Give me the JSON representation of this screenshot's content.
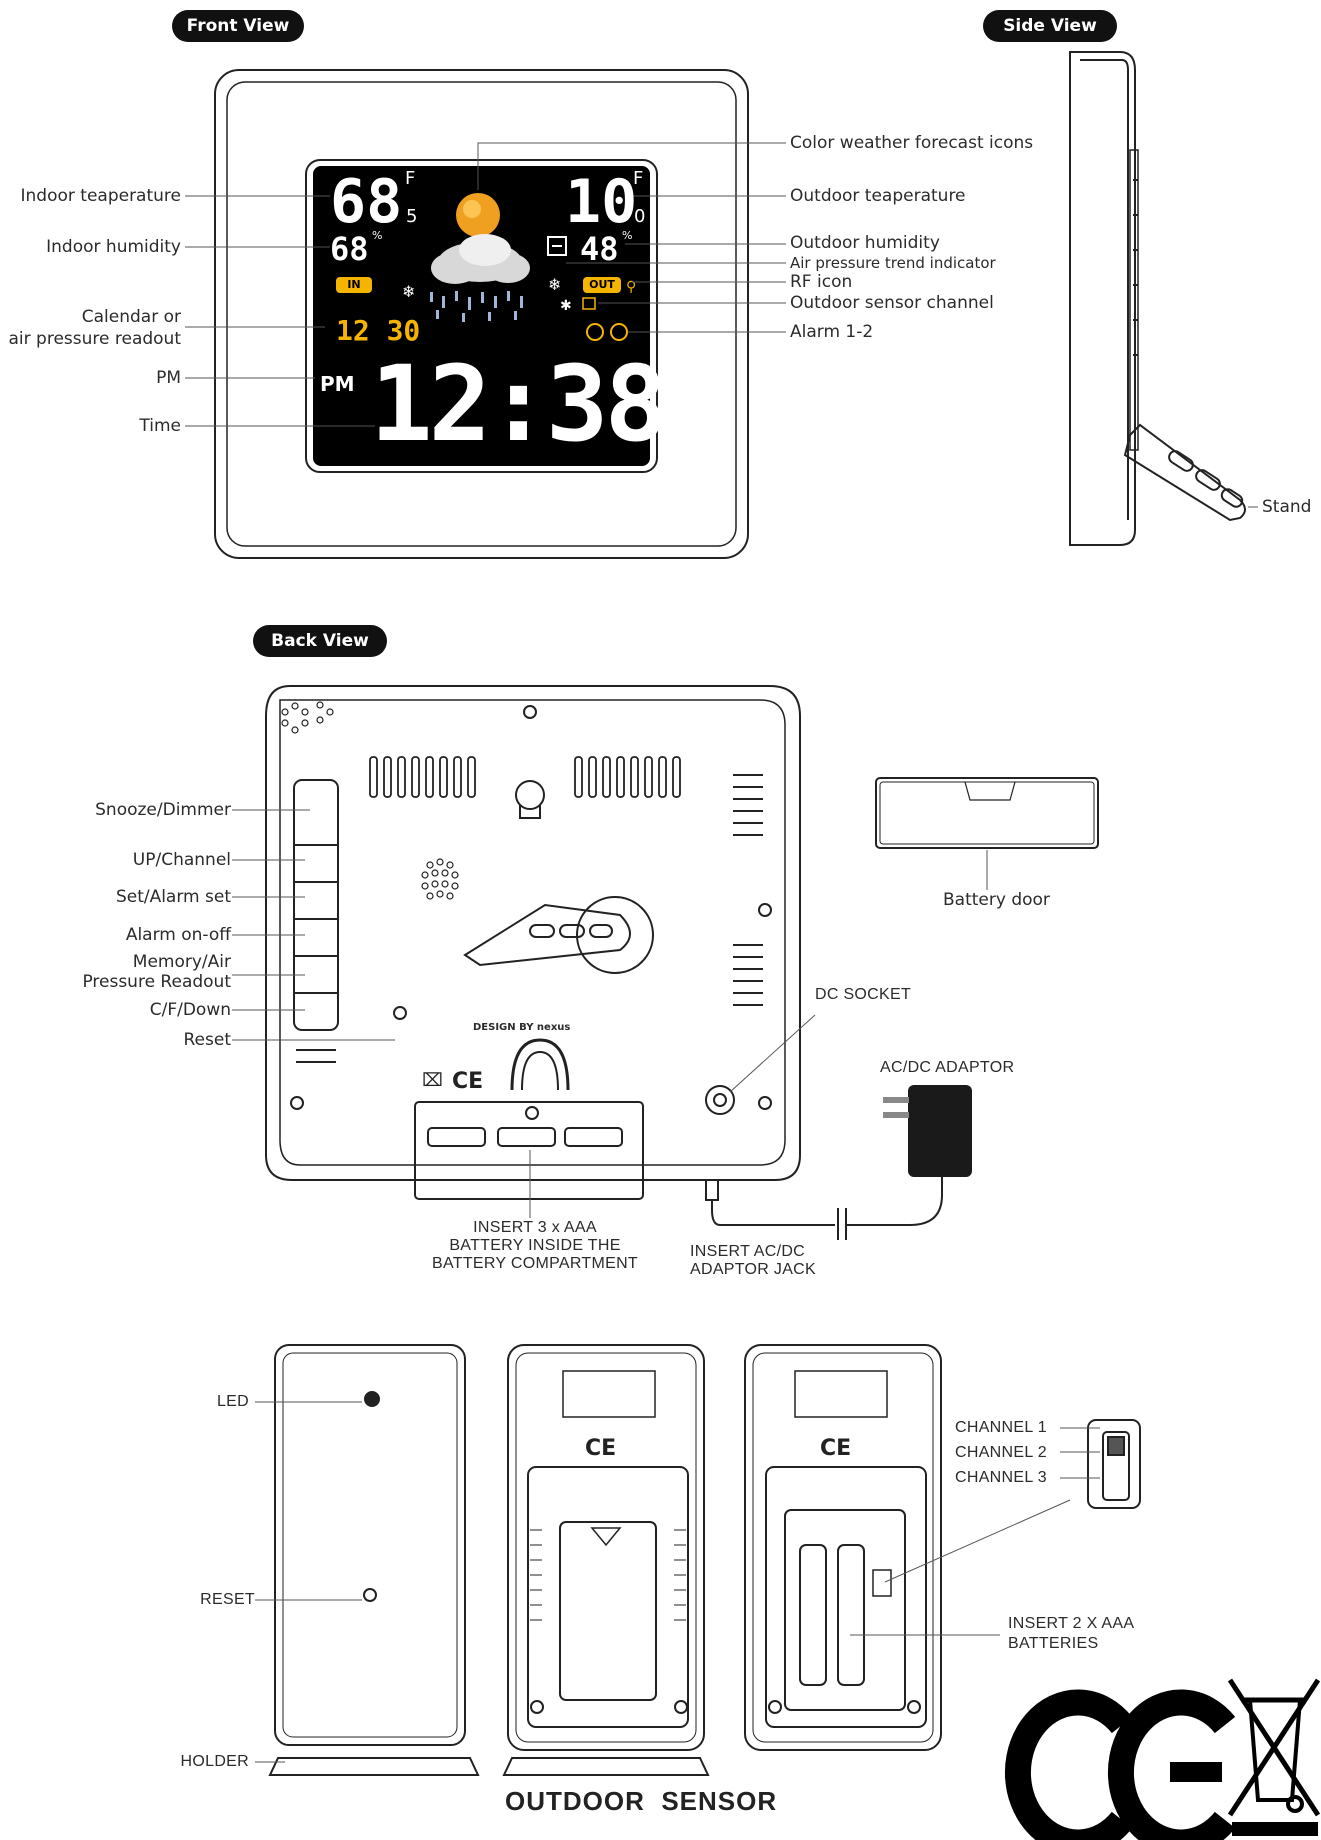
{
  "sections": {
    "front_view": "Front View",
    "side_view": "Side View",
    "back_view": "Back View",
    "outdoor_sensor": "OUTDOOR  SENSOR"
  },
  "front_labels_left": [
    "Indoor teaperature",
    "Indoor humidity",
    "Calendar or",
    "air pressure readout",
    "PM",
    "Time"
  ],
  "front_labels_right": [
    "Color weather forecast icons",
    "Outdoor teaperature",
    "Outdoor humidity",
    "Air pressure trend indicator",
    "RF icon",
    "Outdoor sensor channel",
    "Alarm 1-2"
  ],
  "side_labels": {
    "stand": "Stand"
  },
  "lcd": {
    "indoor_temp": "68",
    "indoor_temp_decimal": "5",
    "temp_unit": "F",
    "indoor_humidity": "68",
    "outdoor_temp": "10",
    "outdoor_temp_decimal": "0",
    "outdoor_humidity": "48",
    "percent": "%",
    "in_badge": "IN",
    "out_badge": "OUT",
    "calendar": "12 30",
    "pm": "PM",
    "time": "12:38"
  },
  "back_labels_left": [
    "Snooze/Dimmer",
    "UP/Channel",
    "Set/Alarm set",
    "Alarm on-off",
    "Memory/Air",
    "Pressure Readout",
    "C/F/Down",
    "Reset"
  ],
  "back_labels_right": {
    "battery_door": "Battery door",
    "dc_socket": "DC SOCKET",
    "adaptor": "AC/DC ADAPTOR",
    "battery_note": [
      "INSERT 3 x AAA",
      "BATTERY INSIDE THE",
      "BATTERY COMPARTMENT"
    ],
    "jack_note": [
      "INSERT AC/DC",
      "ADAPTOR JACK"
    ],
    "design_by": "DESIGN BY nexus"
  },
  "sensor_labels": {
    "led": "LED",
    "reset": "RESET",
    "holder": "HOLDER",
    "channels": [
      "CHANNEL 1",
      "CHANNEL 2",
      "CHANNEL 3"
    ],
    "batteries": [
      "INSERT 2 X AAA",
      "BATTERIES"
    ]
  },
  "colors": {
    "lcd_bg": "#000000",
    "lcd_yellow": "#f5b400",
    "sun": "#f0a020",
    "outline": "#222222"
  }
}
